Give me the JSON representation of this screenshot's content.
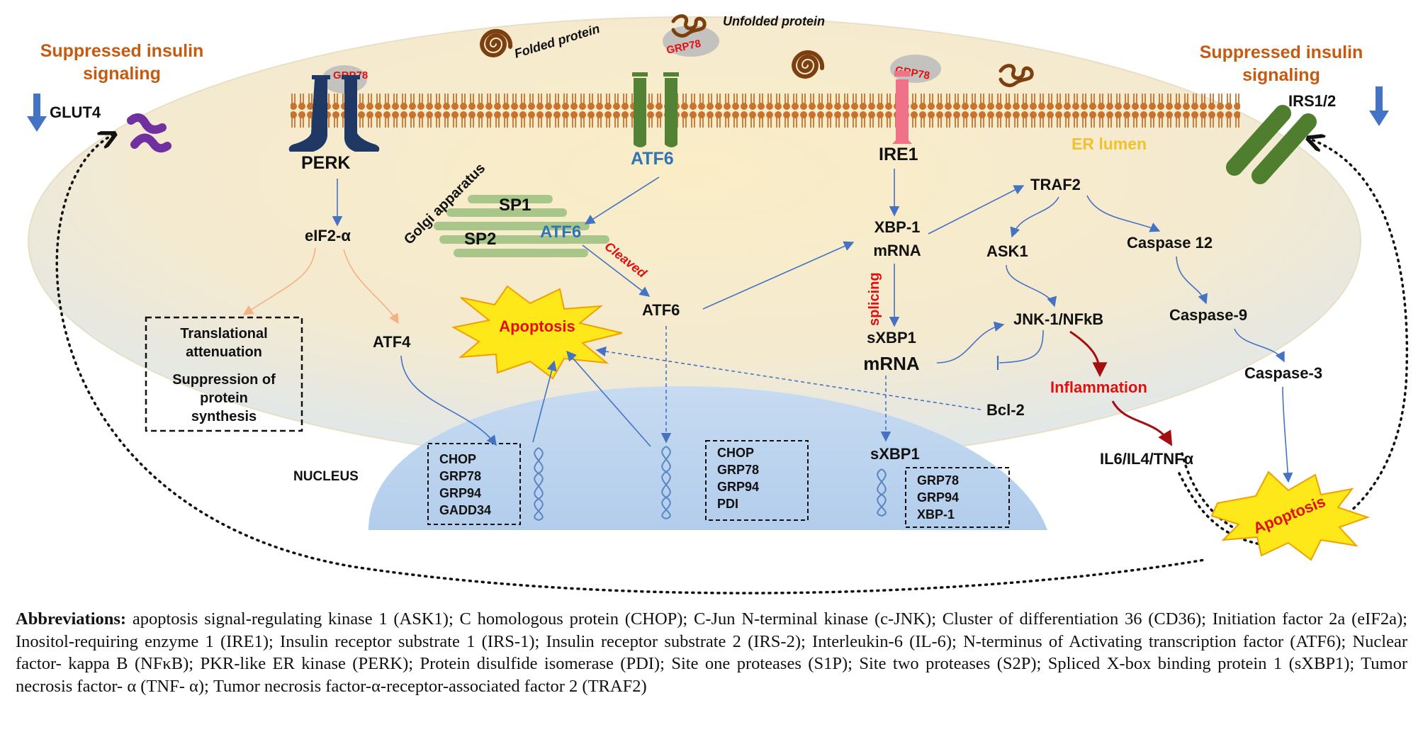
{
  "colors": {
    "cell_fill": "#f8e7b8",
    "cell_blue": "#dbe8f5",
    "nucleus": "#bcd4ee",
    "insulin_text": "#c55a11",
    "membrane": "#c8722c",
    "perk": "#1f3864",
    "atf6_channel": "#548235",
    "ire1": "#f07289",
    "atf6_text": "#2e75b6",
    "red": "#e01010",
    "arrow_blue": "#4472c4",
    "arrow_orange": "#f4b183",
    "dark_red": "#a50f0f",
    "glut4": "#7030a0",
    "irs": "#4f7f2e",
    "down_arrow": "#4472c4",
    "burst_fill": "#ffe81a",
    "lumen_text": "#f2c12e",
    "protein": "#7b3f10"
  },
  "top_left": {
    "line1": "Suppressed insulin",
    "line2": "signaling",
    "receptor": "GLUT4"
  },
  "top_right": {
    "line1": "Suppressed insulin",
    "line2": "signaling",
    "receptor": "IRS1/2"
  },
  "membrane": {
    "grp78_label": "GRP78",
    "folded_protein": "Folded protein",
    "unfolded_protein": "Unfolded protein",
    "er_lumen": "ER lumen"
  },
  "sensors": {
    "perk": "PERK",
    "atf6": "ATF6",
    "ire1": "IRE1"
  },
  "golgi": {
    "title": "Golgi apparatus",
    "sp1": "SP1",
    "sp2": "SP2",
    "atf6": "ATF6",
    "cleaved": "Cleaved"
  },
  "perk_branch": {
    "eif2": "eIF2-α",
    "box_lines": [
      "Translational",
      "attenuation",
      "Suppression of",
      "protein",
      "synthesis"
    ],
    "atf4": "ATF4"
  },
  "apoptosis_label": "Apoptosis",
  "atf6_cleaved": "ATF6",
  "ire1_branch": {
    "xbp1_mrna_l1": "XBP-1",
    "xbp1_mrna_l2": "mRNA",
    "splicing": "splicing",
    "sxbp1_mrna_l1": "sXBP1",
    "sxbp1_mrna_l2": "mRNA",
    "traf2": "TRAF2",
    "ask1": "ASK1",
    "caspase12": "Caspase 12",
    "jnk": "JNK-1/NFkB",
    "caspase9": "Caspase-9",
    "caspase3": "Caspase-3",
    "inflammation": "Inflammation",
    "bcl2": "Bcl-2",
    "il6": "IL6/IL4/TNFα"
  },
  "nucleus": {
    "label": "NUCLEUS",
    "box1": [
      "CHOP",
      "GRP78",
      "GRP94",
      "GADD34"
    ],
    "box2": [
      "CHOP",
      "GRP78",
      "GRP94",
      "PDI"
    ],
    "box3": [
      "GRP78",
      "GRP94",
      "XBP-1"
    ],
    "sxbp1": "sXBP1"
  },
  "abbreviations": {
    "heading": "Abbreviations:",
    "text": "apoptosis signal-regulating kinase 1 (ASK1); C homologous protein (CHOP); C-Jun N-terminal kinase (c-JNK); Cluster of differentiation 36 (CD36); Initiation factor 2a (eIF2a); Inositol-requiring enzyme 1 (IRE1); Insulin receptor substrate 1 (IRS-1); Insulin receptor substrate 2 (IRS-2); Interleukin-6 (IL-6); N-terminus of Activating transcription factor (ATF6); Nuclear factor- kappa B (NFκB); PKR-like ER kinase (PERK); Protein disulfide isomerase (PDI); Site one proteases (S1P); Site two proteases (S2P); Spliced X-box binding protein 1 (sXBP1); Tumor necrosis factor- α (TNF- α); Tumor necrosis factor-α-receptor-associated factor 2 (TRAF2)"
  }
}
